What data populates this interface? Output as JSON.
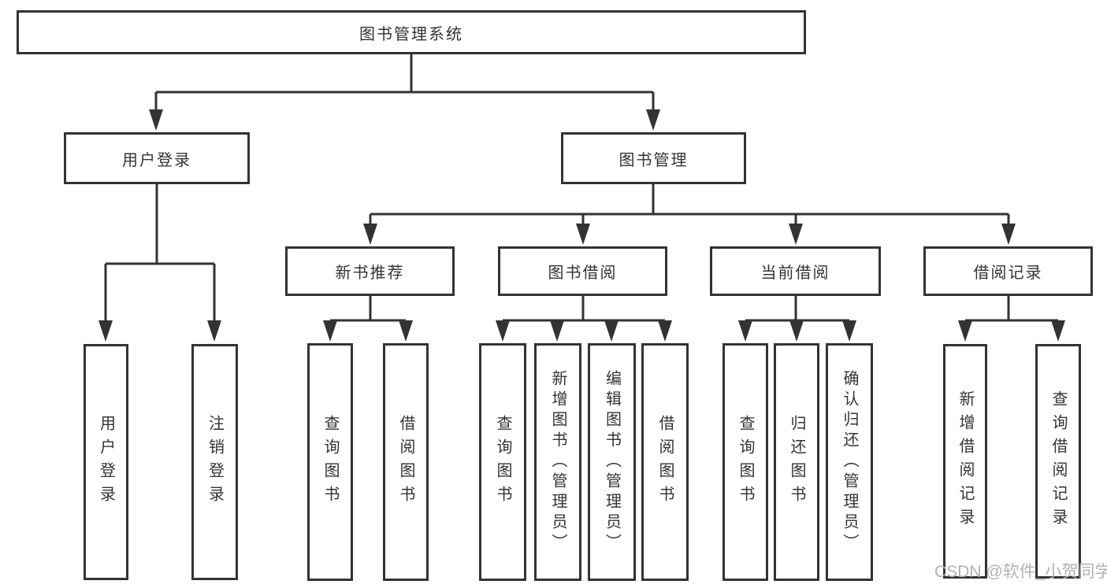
{
  "tree": {
    "label": "图书管理系统",
    "children": [
      {
        "label": "用户登录",
        "children": [
          {
            "label": "用户登录"
          },
          {
            "label": "注销登录"
          }
        ]
      },
      {
        "label": "图书管理",
        "children": [
          {
            "label": "新书推荐",
            "children": [
              {
                "label": "查询图书"
              },
              {
                "label": "借阅图书"
              }
            ]
          },
          {
            "label": "图书借阅",
            "children": [
              {
                "label": "查询图书"
              },
              {
                "label": "新增图书（管理员）"
              },
              {
                "label": "编辑图书（管理员）"
              },
              {
                "label": "借阅图书"
              }
            ]
          },
          {
            "label": "当前借阅",
            "children": [
              {
                "label": "查询图书"
              },
              {
                "label": "归还图书"
              },
              {
                "label": "确认归还（管理员）"
              }
            ]
          },
          {
            "label": "借阅记录",
            "children": [
              {
                "label": "新增借阅记录"
              },
              {
                "label": "查询借阅记录"
              }
            ]
          }
        ]
      }
    ]
  },
  "watermark": {
    "text": "CSDN @软件_小贺同学"
  },
  "colors": {
    "line": "#333333",
    "text": "#333333",
    "watermark": "#b3b1ae",
    "background": "#ffffff"
  }
}
